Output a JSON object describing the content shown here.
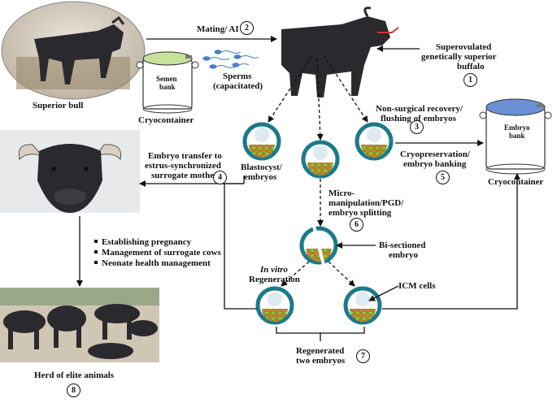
{
  "labels": {
    "superior_bull": "Superior bull",
    "mating_ai": "Mating/ AI",
    "sperms_1": "Sperms",
    "sperms_2": "(capacitated)",
    "semen_bank_1": "Semen",
    "semen_bank_2": "bank",
    "cryocontainer_left": "Cryocontainer",
    "superovulated_1": "Superovulated",
    "superovulated_2": "genetically  superior",
    "superovulated_3": "buffalo",
    "nonsurgical_1": "Non-surgical recovery/",
    "nonsurgical_2": "flushing of embryos",
    "embryo_bank_1": "Embryo",
    "embryo_bank_2": "bank",
    "cryocontainer_right": "Cryocontainer",
    "cryopreservation_1": "Cryopreservation/",
    "cryopreservation_2": "embryo banking",
    "blastocyst_1": "Blastocyst/",
    "blastocyst_2": "embryos",
    "embryo_transfer_1": "Embryo transfer to",
    "embryo_transfer_2": "estrus-synchronized",
    "embryo_transfer_3": "surrogate mother",
    "micromanipulation_1": "Micro-",
    "micromanipulation_2": "manipulation/PGD/",
    "micromanipulation_3": "embryo splitting",
    "bisectioned_1": "Bi-sectioned",
    "bisectioned_2": "embryo",
    "invitro_1": "In vitro",
    "invitro_2": "Regeneration",
    "icm_cells": "ICM cells",
    "regenerated_1": "Regenerated",
    "regenerated_2": "two embryos",
    "herd": "Herd of elite animals"
  },
  "pregnancy_steps": [
    "Establishing pregnancy",
    "Management of surrogate cows",
    "Neonate health management"
  ],
  "step_numbers": {
    "n1": "1",
    "n2": "2",
    "n3": "3",
    "n4": "4",
    "n5": "5",
    "n6": "6",
    "n7": "7",
    "n8": "8"
  },
  "colors": {
    "zona": "#1b7a8a",
    "embryo_cells": "#c9822e",
    "embryo_inner": "#8fc23e",
    "semen_lid": "#c4e29a",
    "embryo_lid": "#6b8fd4",
    "sperm": "#4a7fc8",
    "buffalo": "#2a2a2e"
  }
}
